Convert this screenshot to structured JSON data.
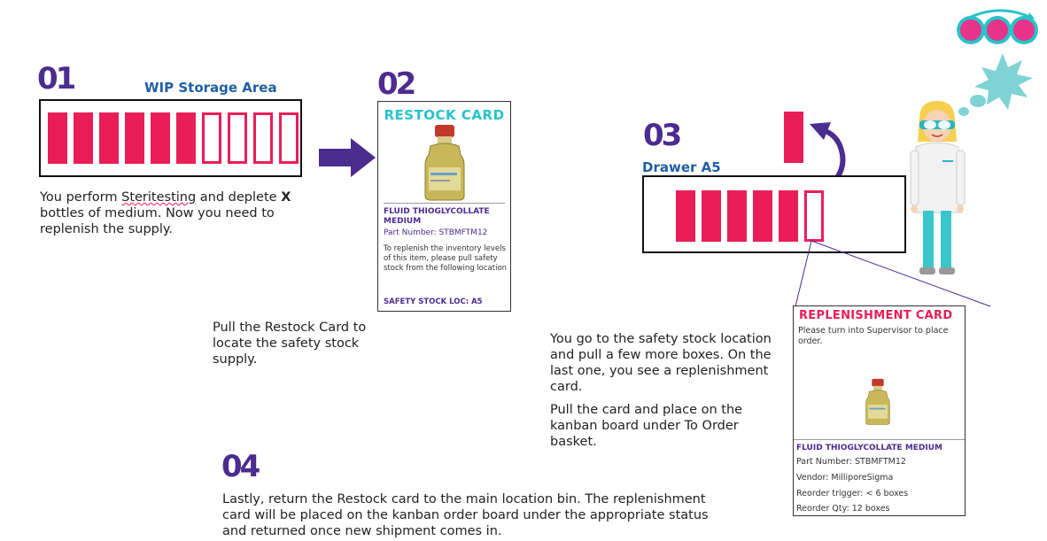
{
  "step1": {
    "number": "01",
    "area_label": "WIP Storage Area",
    "text_prefix": "You perform ",
    "text_steritesting": "Steritesting",
    "text_mid": " and deplete ",
    "text_bold": "X",
    "text_suffix": " bottles of medium. Now you need to replenish the supply.",
    "filled_slots": 6,
    "empty_slots": 4
  },
  "step2": {
    "number": "02",
    "card_title": "RESTOCK CARD",
    "product_name": "FLUID THIOGLYCOLLATE MEDIUM",
    "part_number": "Part Number: STBMFTM12",
    "instructions": "To replenish the inventory levels of this item, please pull safety stock from the following location",
    "safety_stock": "SAFETY STOCK LOC: A5",
    "caption": "Pull the Restock Card to locate the safety stock supply."
  },
  "step3": {
    "number": "03",
    "drawer_label": "Drawer A5",
    "text1": "You go to the safety stock location and pull a few more boxes. On the last one, you see a replenishment card.",
    "text2": "Pull the card and place on the kanban board under To Order basket.",
    "filled_slots": 5,
    "empty_slots": 1
  },
  "replenishment_card": {
    "title": "REPLENISHMENT CARD",
    "note": "Please turn into Supervisor to place order.",
    "product_name": "FLUID THIOGLYCOLLATE MEDIUM",
    "part_number": "Part Number: STBMFTM12",
    "vendor": "Vendor: MilliporeSigma",
    "reorder_trigger": "Reorder trigger: < 6 boxes",
    "reorder_qty": "Reorder Qty: 12 boxes"
  },
  "step4": {
    "number": "04",
    "text": "Lastly, return the Restock card to the main location bin. The replenishment card will be placed on the kanban order board under the appropriate status and returned once new shipment comes in."
  },
  "colors": {
    "slot": "#e91e57",
    "number": "#4b2c8f",
    "label": "#1f5fa6",
    "teal": "#27c3c9",
    "arrow": "#4b2c8f"
  },
  "icons": {
    "logo": "three-dots-logo-icon",
    "arrow": "right-arrow-icon",
    "curved_arrow": "curved-arrow-icon",
    "scientist": "scientist-icon",
    "thought": "thought-bubble-icon",
    "bottle": "bottle-icon"
  }
}
